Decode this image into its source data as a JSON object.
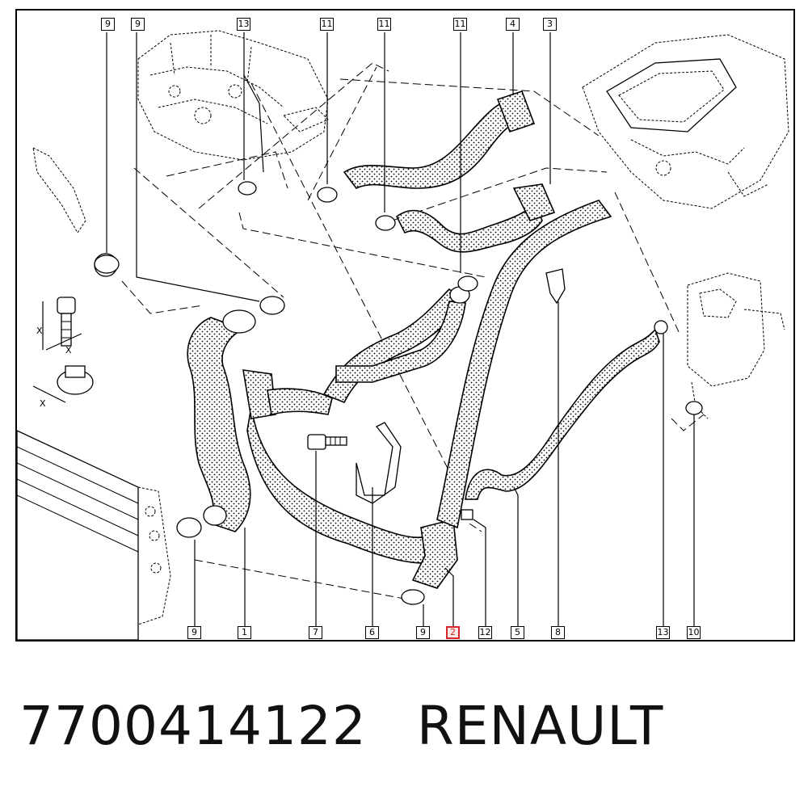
{
  "callouts": [
    {
      "label": "9",
      "highlight": false
    },
    {
      "label": "9",
      "highlight": false
    },
    {
      "label": "13",
      "highlight": false
    },
    {
      "label": "11",
      "highlight": false
    },
    {
      "label": "11",
      "highlight": false
    },
    {
      "label": "11",
      "highlight": false
    },
    {
      "label": "4",
      "highlight": false
    },
    {
      "label": "3",
      "highlight": false
    },
    {
      "label": "9",
      "highlight": false
    },
    {
      "label": "1",
      "highlight": false
    },
    {
      "label": "7",
      "highlight": false
    },
    {
      "label": "6",
      "highlight": false
    },
    {
      "label": "9",
      "highlight": false
    },
    {
      "label": "2",
      "highlight": true
    },
    {
      "label": "12",
      "highlight": false
    },
    {
      "label": "5",
      "highlight": false
    },
    {
      "label": "8",
      "highlight": false
    },
    {
      "label": "13",
      "highlight": false
    },
    {
      "label": "10",
      "highlight": false
    }
  ],
  "dimension_marks": {
    "x": "X"
  },
  "footer": {
    "part_number": "7700414122",
    "brand": "RENAULT"
  },
  "colors": {
    "highlight": "#d9252a",
    "line": "#000000"
  }
}
